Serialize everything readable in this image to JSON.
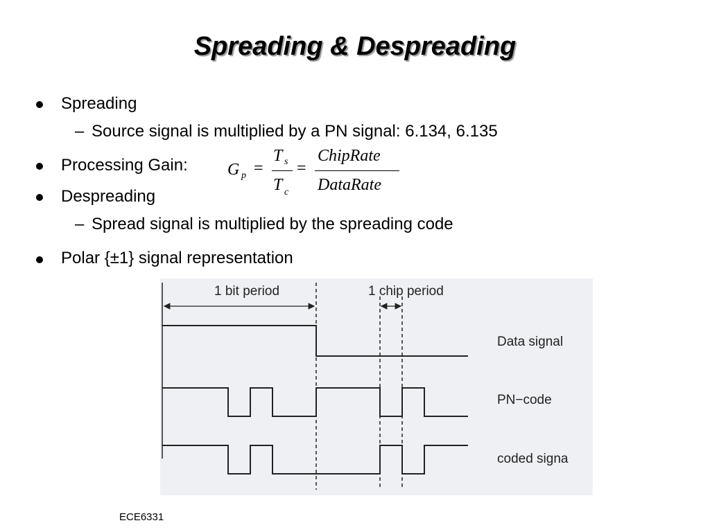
{
  "slide": {
    "title": "Spreading & Despreading",
    "bullets": [
      {
        "text": "Spreading"
      },
      {
        "text": "Processing Gain:"
      },
      {
        "text": "Despreading"
      },
      {
        "text": "Polar {±1} signal representation"
      }
    ],
    "subbullets": [
      {
        "text": "Source signal is multiplied by a PN signal: 6.134, 6.135"
      },
      {
        "text": "Spread signal is multiplied by the spreading code"
      }
    ],
    "dash": "–",
    "equation": {
      "G": "G",
      "G_sub": "p",
      "eq1": "=",
      "Ts": "T",
      "Ts_sub": "s",
      "Tc": "T",
      "Tc_sub": "c",
      "eq2": "=",
      "num": "ChipRate",
      "den": "DataRate"
    },
    "figure": {
      "bit_label": "1 bit period",
      "chip_label": "1 chip period",
      "data_label": "Data signal",
      "pn_label": "PN−code",
      "coded_label": "coded signa"
    },
    "footer": "ECE6331"
  }
}
